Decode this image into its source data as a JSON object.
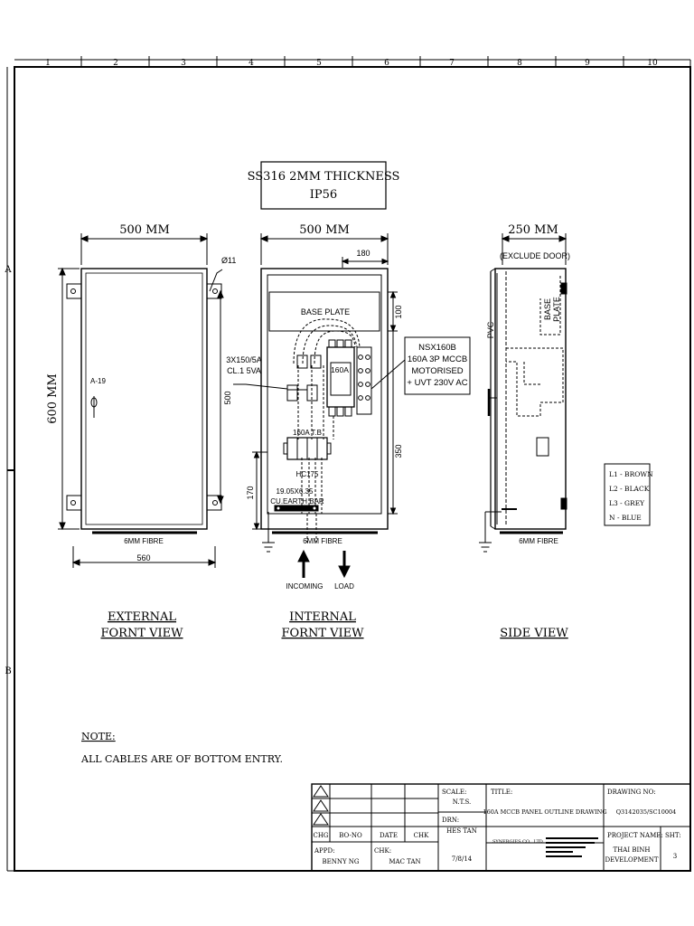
{
  "grid": {
    "columns": [
      "1",
      "2",
      "3",
      "4",
      "5",
      "6",
      "7",
      "8",
      "9",
      "10"
    ],
    "rows": [
      "A",
      "B"
    ]
  },
  "spec_box": {
    "line1": "SS316 2MM THICKNESS",
    "line2": "IP56"
  },
  "external_view": {
    "width_label": "500 MM",
    "height_label": "600 MM",
    "inner_height_label": "500",
    "hole_label": "Ø11",
    "lock_label": "A-19",
    "base_label": "6MM FIBRE",
    "bottom_label": "560",
    "title_line1": "EXTERNAL",
    "title_line2": "FORNT VIEW"
  },
  "internal_view": {
    "width_label": "500 MM",
    "offset_label": "180",
    "top_label": "100",
    "mid_label": "350",
    "bottom_label": "170",
    "base_plate": "BASE PLATE",
    "breaker_label": "160A",
    "terminal_label": "160A T.B",
    "terminal_model": "HC175",
    "ct_line1": "3X150/5A",
    "ct_line2": "CL.1 5VA",
    "earth_line1": "19.05X6.35",
    "earth_line2": "CU.EARTH BAR",
    "base_label": "6MM FIBRE",
    "incoming_label": "INCOMING",
    "load_label": "LOAD",
    "title_line1": "INTERNAL",
    "title_line2": "FORNT VIEW"
  },
  "mccb_box": {
    "line1": "NSX160B",
    "line2": "160A 3P MCCB",
    "line3": "MOTORISED",
    "line4": "+ UVT 230V AC"
  },
  "side_view": {
    "width_label": "250 MM",
    "exclude_label": "(EXCLUDE DOOR)",
    "pvc_label": "PVC",
    "base_plate_line1": "BASE",
    "base_plate_line2": "PLATE",
    "base_label": "6MM FIBRE",
    "title": "SIDE VIEW"
  },
  "legend": [
    "L1 - BROWN",
    "L2 - BLACK",
    "L3 - GREY",
    "N - BLUE"
  ],
  "note": {
    "heading": "NOTE:",
    "text": "ALL CABLES ARE OF BOTTOM ENTRY."
  },
  "title_block": {
    "chg": "CHG",
    "bo_no": "BO-NO",
    "date_h": "DATE",
    "chk_h": "CHK",
    "appd_label": "APPD:",
    "appd_name": "BENNY NG",
    "chk_label": "CHK:",
    "chk_name": "MAC TAN",
    "scale_label": "SCALE:",
    "scale_value": "N.T.S.",
    "drn_label": "DRN:",
    "drn_name": "HES TAN",
    "date_value": "7/8/14",
    "title_label": "TITLE:",
    "title_value": "160A MCCB PANEL OUTLINE DRAWING",
    "company": "SYNERGIES CO., LTD.",
    "drawing_no_label": "DRAWING NO:",
    "drawing_no_value": "Q3142035/SC10004",
    "project_label": "PROJECT NAME:",
    "project_line1": "THAI BINH",
    "project_line2": "DEVELOPMENT",
    "sht_label": "SHT:",
    "sht_value": "3"
  }
}
